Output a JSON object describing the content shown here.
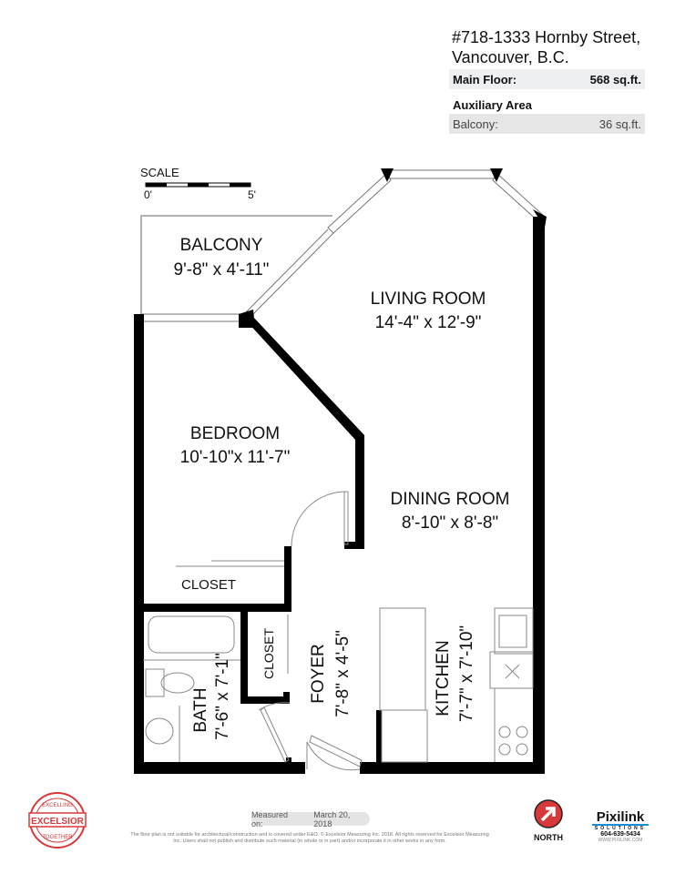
{
  "header": {
    "address_line1": "#718-1333 Hornby Street,",
    "address_line2": "Vancouver, B.C.",
    "main_floor_label": "Main Floor:",
    "main_floor_value": "568 sq.ft.",
    "auxiliary_label": "Auxiliary Area",
    "balcony_label": "Balcony:",
    "balcony_value": "36 sq.ft."
  },
  "scale": {
    "label": "SCALE",
    "start": "0'",
    "end": "5'"
  },
  "rooms": {
    "balcony": {
      "name": "BALCONY",
      "dims": "9'-8\" x 4'-11\""
    },
    "living": {
      "name": "LIVING ROOM",
      "dims": "14'-4\" x 12'-9\""
    },
    "bedroom": {
      "name": "BEDROOM",
      "dims": "10'-10\"x 11'-7\""
    },
    "dining": {
      "name": "DINING ROOM",
      "dims": "8'-10\" x 8'-8\""
    },
    "closet1": {
      "name": "CLOSET"
    },
    "closet2": {
      "name": "CLOSET"
    },
    "bath": {
      "name": "BATH",
      "dims": "7'-6\" x 7'-1\""
    },
    "foyer": {
      "name": "FOYER",
      "dims": "7'-8\" x 4'-5\""
    },
    "kitchen": {
      "name": "KITCHEN",
      "dims": "7'-7\" x 7'-10\""
    }
  },
  "footer": {
    "measured_label": "Measured on:",
    "measured_date": "March 20, 2018",
    "disclaimer": "The floor plan is not suitable for architectural/construction and is covered under E&O. © Excelsior Measuring Inc. 2018. All rights reserved for Excelsior Measuring Inc. Users shall not publish and distribute such material (in whole or in part) and/or incorporate it in other works in any form.",
    "north_label": "NORTH",
    "logo_excelsior": "EXCELSIOR",
    "logo_excelsior_top": "EXCELLING",
    "logo_excelsior_bottom": "TOGETHER",
    "logo_pixilink": "Pixilink",
    "logo_pixilink_sub": "SOLUTIONS",
    "pixilink_phone": "604-639-5434",
    "pixilink_web": "WWW.PIXILINK.COM"
  },
  "colors": {
    "wall": "#000000",
    "logo_red": "#d9383a"
  }
}
